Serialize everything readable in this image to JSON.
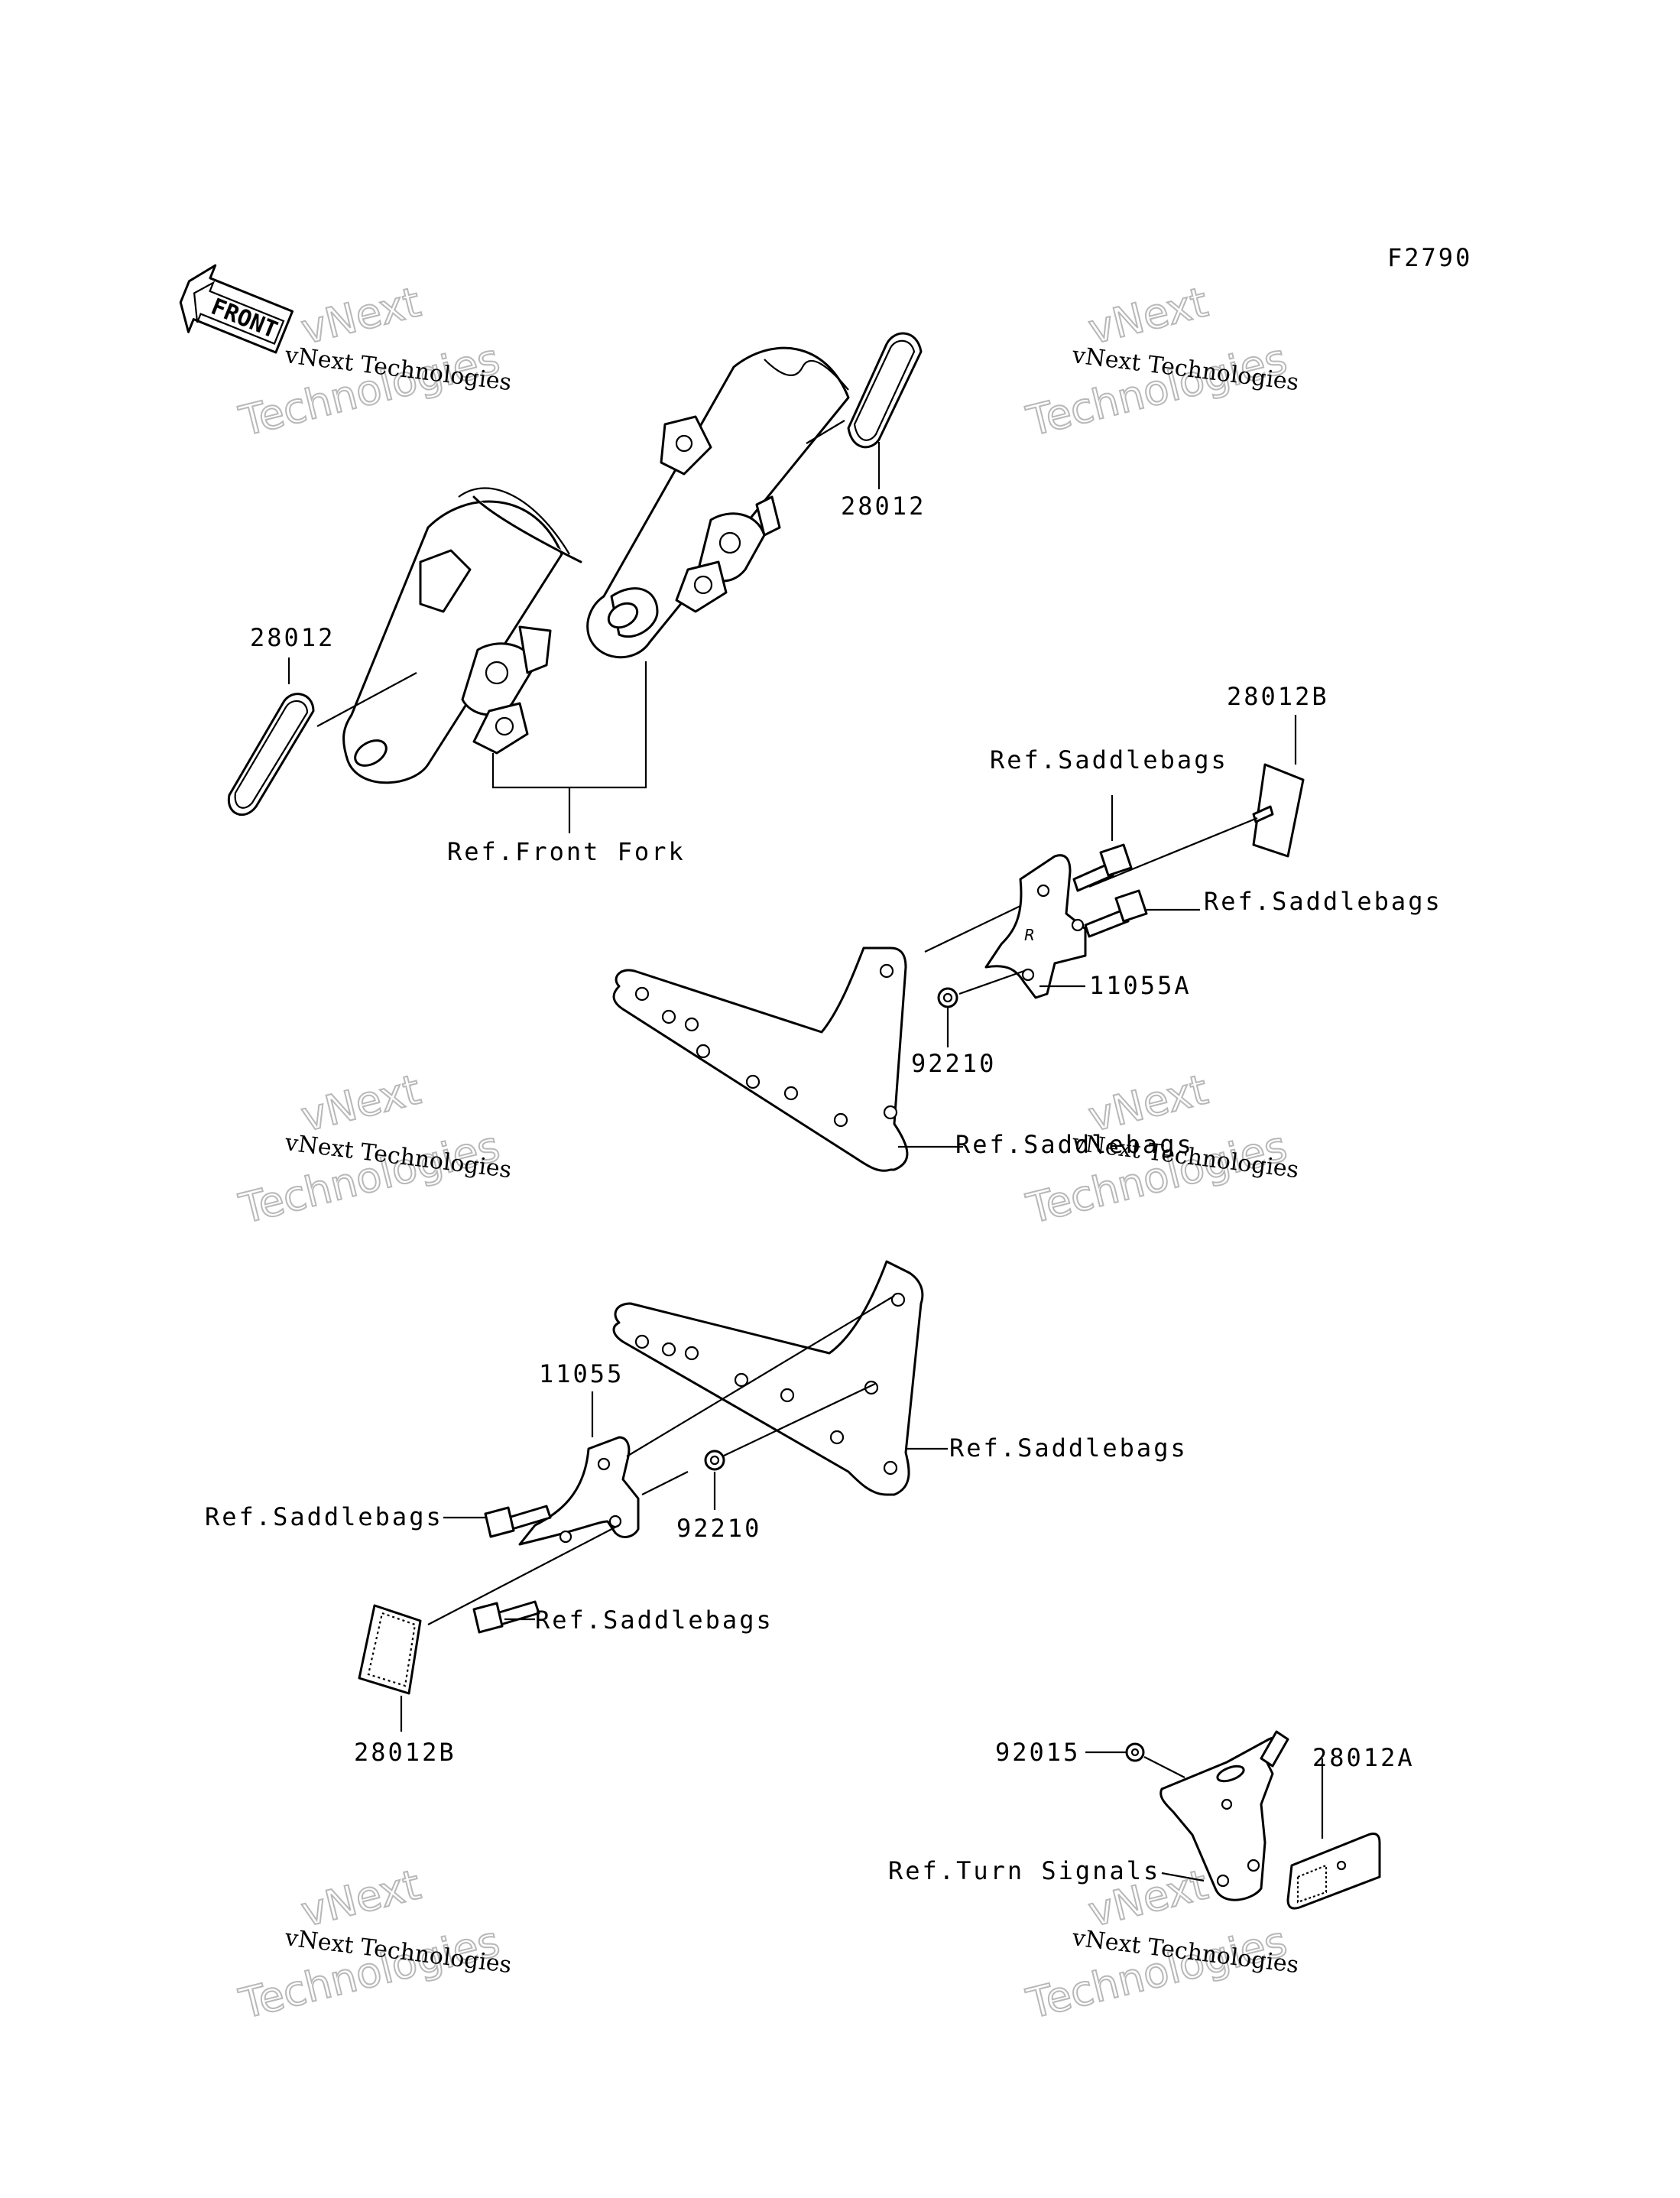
{
  "figure_code": "F2790",
  "direction_label": "FRONT",
  "watermark": {
    "line1": "vNext Technologies",
    "line2": "vNext",
    "line3": "Technologies"
  },
  "callouts": {
    "reflector_fork_right": "28012",
    "reflector_fork_left": "28012",
    "front_fork_ref": "Ref.Front Fork",
    "reflector_rear_right": "28012B",
    "saddlebags_ref_1": "Ref.Saddlebags",
    "saddlebags_ref_2": "Ref.Saddlebags",
    "bracket_right": "11055A",
    "nut_right": "92210",
    "saddlebags_ref_3": "Ref.Saddlebags",
    "bracket_left": "11055",
    "saddlebags_ref_4": "Ref.Saddlebags",
    "saddlebags_ref_5": "Ref.Saddlebags",
    "nut_left": "92210",
    "saddlebags_ref_6": "Ref.Saddlebags",
    "reflector_rear_left": "28012B",
    "nut_rear": "92015",
    "reflector_rear_plate": "28012A",
    "turn_signals_ref": "Ref.Turn Signals"
  }
}
